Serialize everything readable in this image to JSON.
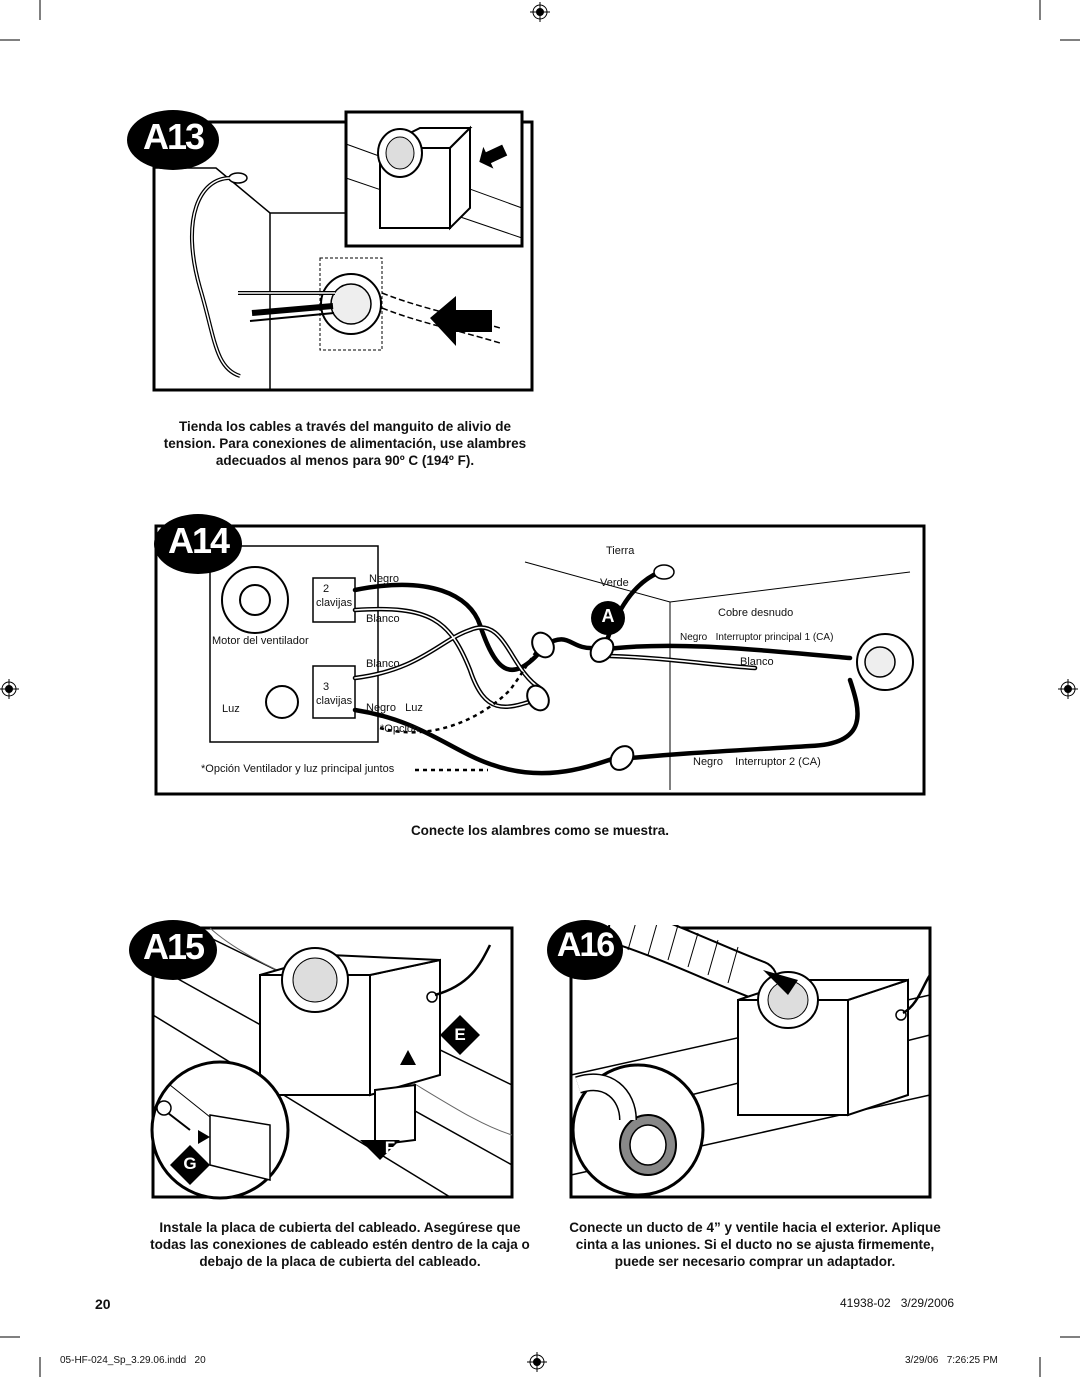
{
  "steps": {
    "a13": {
      "label": "A13",
      "caption": [
        "Tienda los cables a través del manguito de alivio de",
        "tension. Para conexiones de alimentación, use alambres",
        "adecuados al menos para 90º C (194º F)."
      ]
    },
    "a14": {
      "label": "A14",
      "callout": "A",
      "caption": "Conecte los alambres como se muestra.",
      "labels": {
        "tierra": "Tierra",
        "verde": "Verde",
        "negro_top": "Negro",
        "two": "2",
        "clavijas_top": "clavijas",
        "blanco_top": "Blanco",
        "motor": "Motor del ventilador",
        "blanco_mid": "Blanco",
        "three": "3",
        "clavijas_bottom": "clavijas",
        "luz_left": "Luz",
        "negro_luz": "Negro   Luz",
        "opcion": "*Opción",
        "opcion_note": "*Opción Ventilador y luz principal juntos",
        "cobre": "Cobre desnudo",
        "negro_sw1": "Negro   Interruptor principal 1 (CA)",
        "blanco_right": "Blanco",
        "negro_sw2": "Negro    Interruptor 2 (CA)"
      }
    },
    "a15": {
      "label": "A15",
      "callouts": [
        "E",
        "F",
        "G"
      ],
      "caption": [
        "Instale la placa de cubierta del cableado. Asegúrese que",
        "todas las conexiones de cableado estén dentro de la caja o",
        "debajo de la placa de cubierta del cableado."
      ]
    },
    "a16": {
      "label": "A16",
      "caption": [
        "Conecte un ducto de 4” y ventile hacia el exterior. Aplique",
        "cinta a las uniones. Si el ducto no se ajusta firmemente,",
        "puede ser necesario comprar un adaptador."
      ]
    }
  },
  "footer": {
    "page_number": "20",
    "doc_code": "41938-02   3/29/2006",
    "file_name": "05-HF-024_Sp_3.29.06.indd   20",
    "timestamp": "3/29/06   7:26:25 PM"
  }
}
